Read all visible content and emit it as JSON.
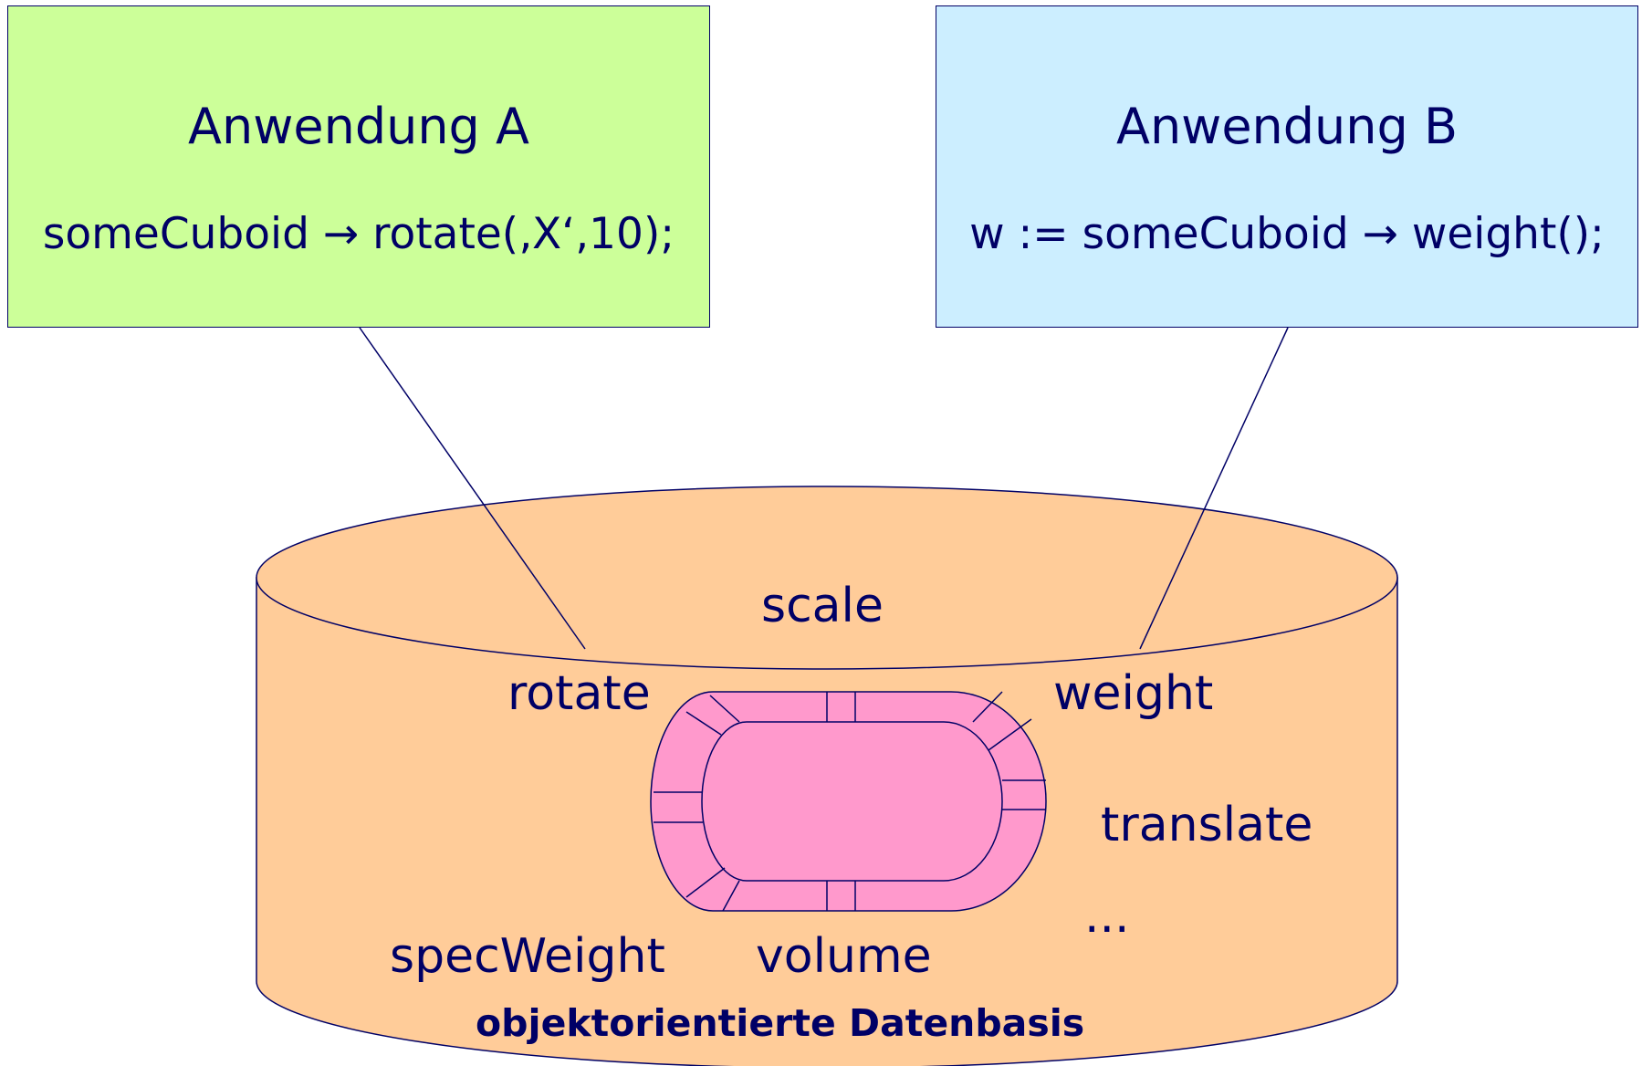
{
  "app_a": {
    "title": "Anwendung A",
    "code": "someCuboid → rotate(‚X‘,10);",
    "fill": "#ccff99"
  },
  "app_b": {
    "title": "Anwendung B",
    "code": "w := someCuboid → weight();",
    "fill": "#cceeff"
  },
  "database": {
    "fill": "#ffcc99",
    "object_fill": "#ff99cc",
    "operations": {
      "scale": "scale",
      "rotate": "rotate",
      "weight": "weight",
      "translate": "translate",
      "ellipsis": "...",
      "specWeight": "specWeight",
      "volume": "volume"
    },
    "caption": "objektorientierte Datenbasis"
  },
  "colors": {
    "ink": "#000066"
  }
}
